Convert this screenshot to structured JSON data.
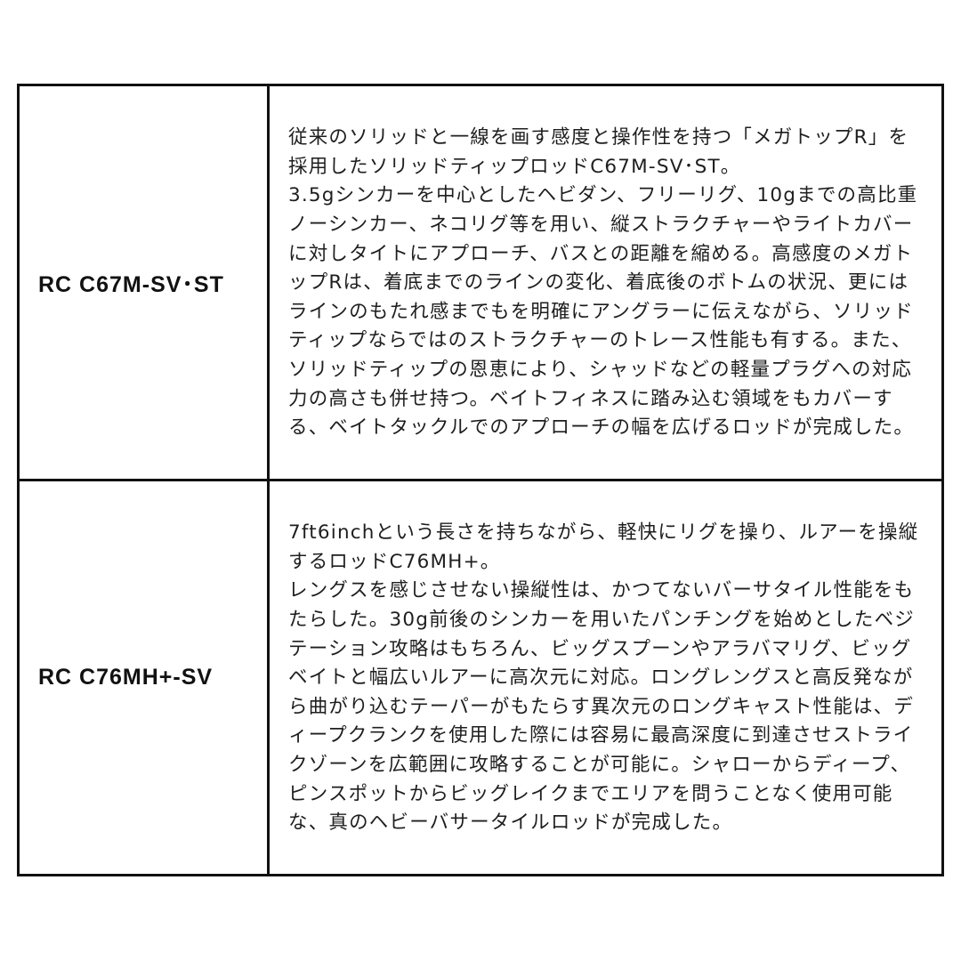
{
  "rows": [
    {
      "model": "RC C67M-SV･ST",
      "description": "従来のソリッドと一線を画す感度と操作性を持つ「メガトップR」を採用したソリッドティップロッドC67M-SV･ST。\n3.5gシンカーを中心としたヘビダン、フリーリグ、10gまでの高比重ノーシンカー、ネコリグ等を用い、縦ストラクチャーやライトカバーに対しタイトにアプローチ、バスとの距離を縮める。高感度のメガトップRは、着底までのラインの変化、着底後のボトムの状況、更にはラインのもたれ感までもを明確にアングラーに伝えながら、ソリッドティップならではのストラクチャーのトレース性能も有する。また、ソリッドティップの恩恵により、シャッドなどの軽量プラグへの対応力の高さも併せ持つ。ベイトフィネスに踏み込む領域をもカバーする、ベイトタックルでのアプローチの幅を広げるロッドが完成した。"
    },
    {
      "model": "RC C76MH+-SV",
      "description": "7ft6inchという長さを持ちながら、軽快にリグを操り、ルアーを操縦するロッドC76MH+。\nレングスを感じさせない操縦性は、かつてないバーサタイル性能をもたらした。30g前後のシンカーを用いたパンチングを始めとしたベジテーション攻略はもちろん、ビッグスプーンやアラバマリグ、ビッグベイトと幅広いルアーに高次元に対応。ロングレングスと高反発ながら曲がり込むテーパーがもたらす異次元のロングキャスト性能は、ディープクランクを使用した際には容易に最高深度に到達させストライクゾーンを広範囲に攻略することが可能に。シャローからディープ、ピンスポットからビッグレイクまでエリアを問うことなく使用可能な、真のヘビーバサータイルロッドが完成した。"
    }
  ]
}
